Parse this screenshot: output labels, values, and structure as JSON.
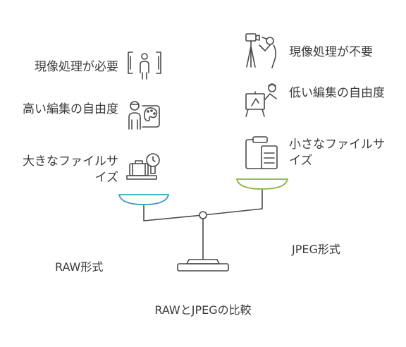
{
  "left_items": [
    {
      "text": "現像処理が必要",
      "icon": "person-between-brackets-icon"
    },
    {
      "text": "高い編集の自由度",
      "icon": "painter-palette-icon"
    },
    {
      "text": "大きなファイルサイズ",
      "icon": "suitcase-on-scale-icon"
    }
  ],
  "right_items": [
    {
      "text": "現像処理が不要",
      "icon": "photographer-tripod-icon"
    },
    {
      "text": "低い編集の自由度",
      "icon": "easel-icon"
    },
    {
      "text": "小さなファイルサイズ",
      "icon": "clipboard-document-icon"
    }
  ],
  "left_side_label": "RAW形式",
  "right_side_label": "JPEG形式",
  "caption": "RAWとJPEGの比較",
  "colors": {
    "left_pan": "#2aa9c9",
    "right_pan": "#8ab535",
    "stroke": "#4a4a4a"
  }
}
